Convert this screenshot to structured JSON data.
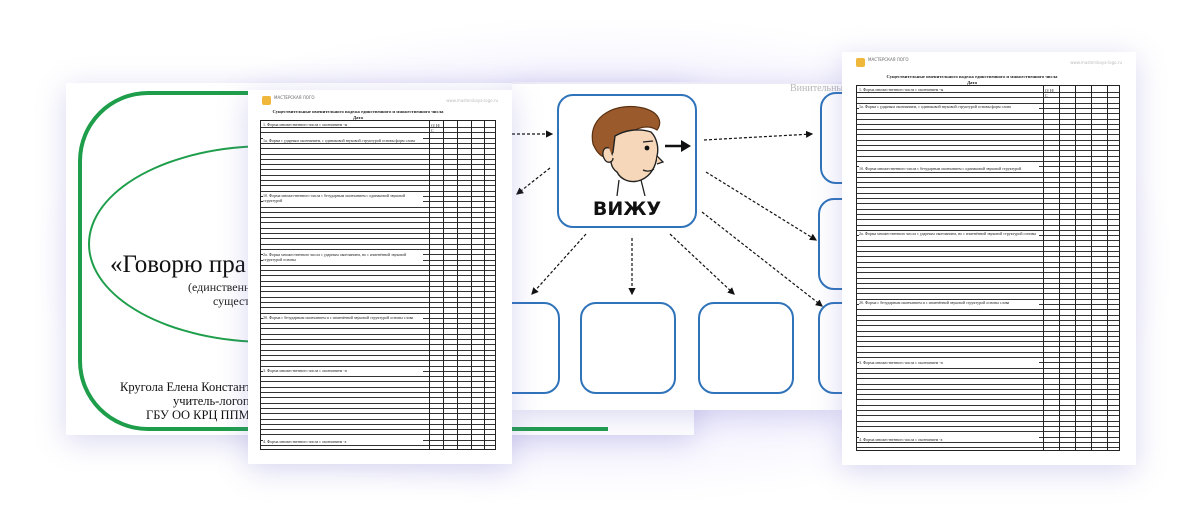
{
  "cover": {
    "title": "«Говорю пра",
    "subtitle_line1": "(единственное и множес",
    "subtitle_line2": "существитель",
    "author": "Кругола Елена Константинов",
    "role": "учитель-логопед",
    "organization": "ГБУ ОО КРЦ ППМСС",
    "frame_color": "#1e9e4a"
  },
  "diagram": {
    "heading": "Винительны",
    "center_word": "ВИЖУ",
    "box_border_color": "#2f73ba",
    "icon": "boy-looking-right-icon"
  },
  "worksheet_left": {
    "logo_text": "МАСТЕРСКАЯ ЛОГО",
    "url": "www.masterskaya-logo.ru",
    "heading": "Существительные именительного падежа единственного и множественного числа Дата",
    "marks": "О/ Н/ С",
    "sections": [
      "1. Форма множественного числа с окончанием -ы",
      "1а. Форма с ударным окончанием, с одинаковой звуковой структурой основы форм слова",
      "1б. Форма множественного числа с безударным окончанием с одинаковой звуковой структурой",
      "2а. Форма множественного числа с ударным окончанием, но с изменённой звуковой структурой основы",
      "2б. Форма с безударным окончанием и с изменённой звуковой структурой основы слова",
      "3. Форма множественного числа с окончанием -и",
      "4. Форма множественного числа с окончанием -а"
    ]
  },
  "worksheet_right": {
    "logo_text": "МАСТЕРСКАЯ ЛОГО",
    "url": "www.masterskaya-logo.ru",
    "heading": "Существительные именительного падежа единственного и множественного числа Дата",
    "marks": "О/ Н/ С",
    "sections": [
      "1. Форма множественного числа с окончанием -ы",
      "1а. Форма с ударным окончанием, с одинаковой звуковой структурой основы форм слова",
      "1б. Форма множественного числа с безударным окончанием с одинаковой звуковой структурой",
      "2а. Форма множественного числа с ударным окончанием, но с изменённой звуковой структурой основы",
      "2б. Форма с безударным окончанием и с изменённой звуковой структурой основы слова",
      "3. Форма множественного числа с окончанием -и",
      "4. Форма множественного числа с окончанием -а"
    ]
  }
}
